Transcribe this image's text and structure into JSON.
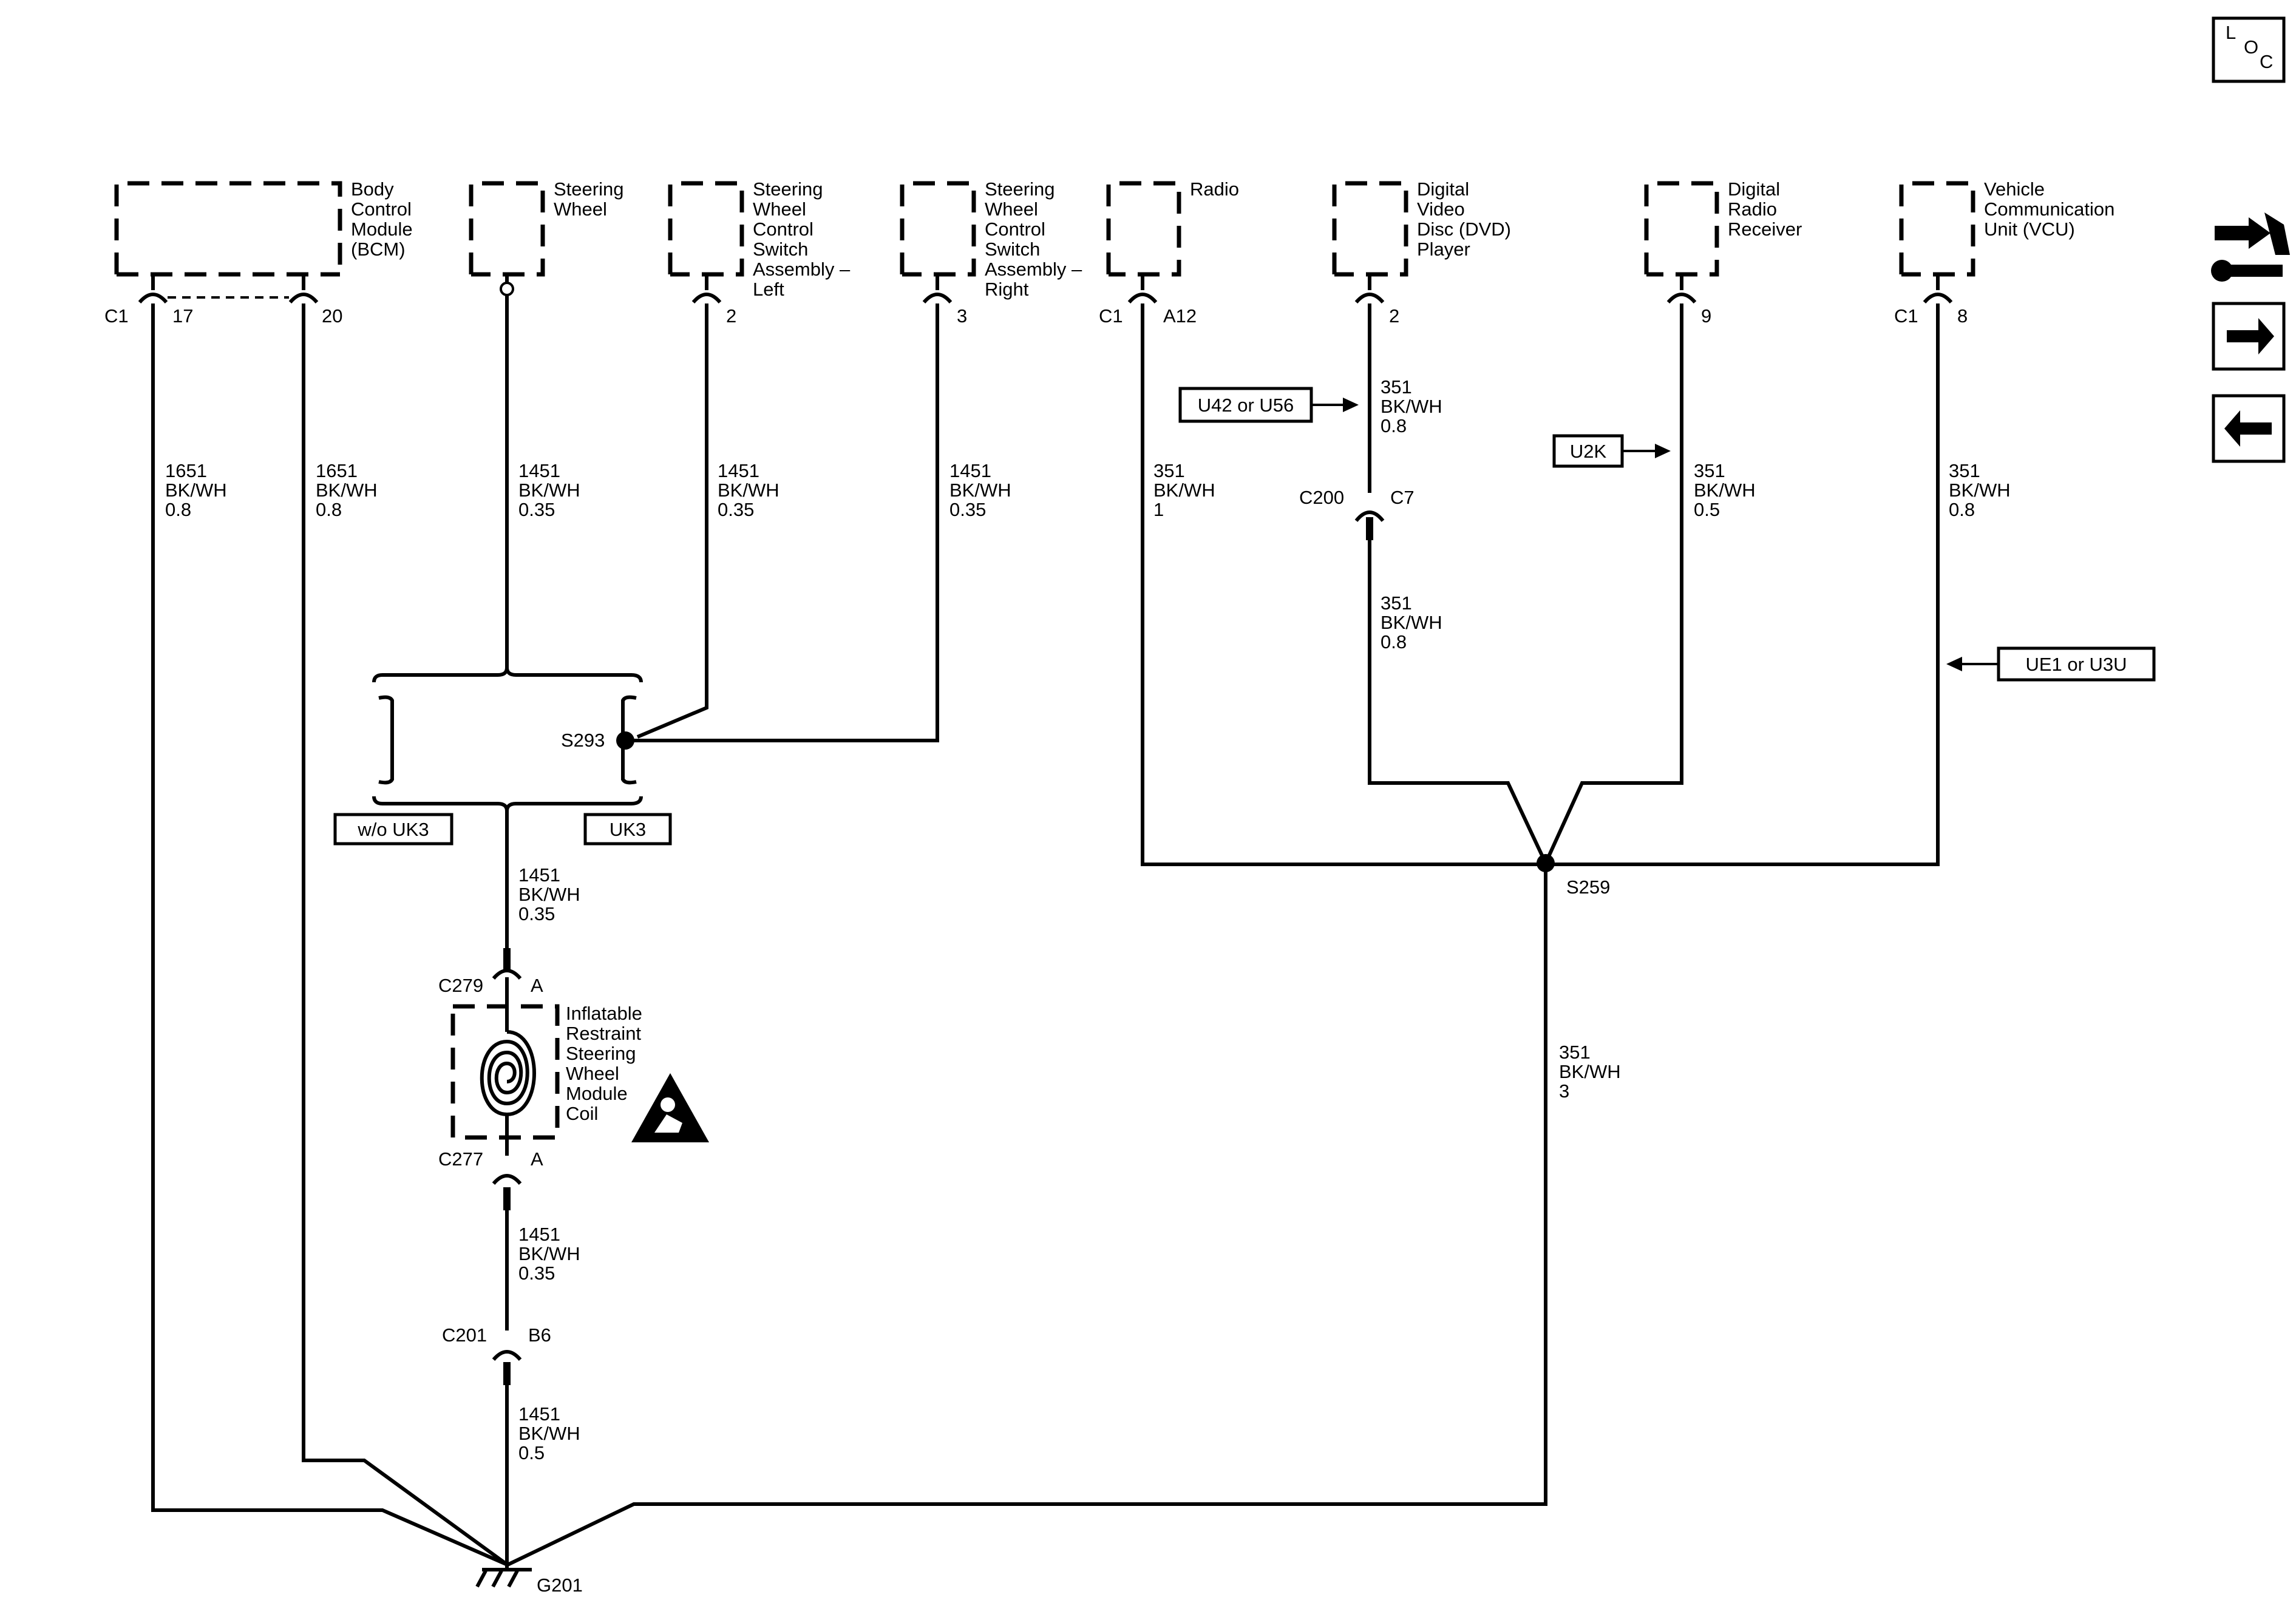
{
  "nav": {
    "loc_l": "L",
    "loc_o": "O",
    "loc_c": "C"
  },
  "components": {
    "bcm": [
      "Body",
      "Control",
      "Module",
      "(BCM)"
    ],
    "steering_wheel": [
      "Steering",
      "Wheel"
    ],
    "swc_left": [
      "Steering",
      "Wheel",
      "Control",
      "Switch",
      "Assembly –",
      "Left"
    ],
    "swc_right": [
      "Steering",
      "Wheel",
      "Control",
      "Switch",
      "Assembly –",
      "Right"
    ],
    "radio": [
      "Radio"
    ],
    "dvd": [
      "Digital",
      "Video",
      "Disc (DVD)",
      "Player"
    ],
    "drr": [
      "Digital",
      "Radio",
      "Receiver"
    ],
    "vcu": [
      "Vehicle",
      "Communication",
      "Unit (VCU)"
    ],
    "coil": [
      "Inflatable",
      "Restraint",
      "Steering",
      "Wheel",
      "Module",
      "Coil"
    ]
  },
  "pins": {
    "bcm_conn": "C1",
    "bcm_p1": "17",
    "bcm_p2": "20",
    "swc_left": "2",
    "swc_right": "3",
    "radio_conn": "C1",
    "radio_pin": "A12",
    "dvd_pin": "2",
    "drr_pin": "9",
    "vcu_conn": "C1",
    "vcu_pin": "8"
  },
  "wires": {
    "bcm17": [
      "1651",
      "BK/WH",
      "0.8"
    ],
    "bcm20": [
      "1651",
      "BK/WH",
      "0.8"
    ],
    "sw": [
      "1451",
      "BK/WH",
      "0.35"
    ],
    "swcl": [
      "1451",
      "BK/WH",
      "0.35"
    ],
    "swcr": [
      "1451",
      "BK/WH",
      "0.35"
    ],
    "radio": [
      "351",
      "BK/WH",
      "1"
    ],
    "dvd_top": [
      "351",
      "BK/WH",
      "0.8"
    ],
    "dvd_bot": [
      "351",
      "BK/WH",
      "0.8"
    ],
    "drr": [
      "351",
      "BK/WH",
      "0.5"
    ],
    "vcu": [
      "351",
      "BK/WH",
      "0.8"
    ],
    "below_splice": [
      "1451",
      "BK/WH",
      "0.35"
    ],
    "below_coil": [
      "1451",
      "BK/WH",
      "0.35"
    ],
    "below_c201": [
      "1451",
      "BK/WH",
      "0.5"
    ],
    "s259_down": [
      "351",
      "BK/WH",
      "3"
    ]
  },
  "connectors": {
    "c200": "C200",
    "c200_pin": "C7",
    "c279": "C279",
    "c279_pin": "A",
    "c277": "C277",
    "c277_pin": "A",
    "c201": "C201",
    "c201_pin": "B6"
  },
  "splices": {
    "s293": "S293",
    "s259": "S259"
  },
  "ground": "G201",
  "options": {
    "wo_uk3": "w/o UK3",
    "uk3": "UK3",
    "u42": "U42 or U56",
    "u2k": "U2K",
    "ue1": "UE1 or U3U"
  }
}
